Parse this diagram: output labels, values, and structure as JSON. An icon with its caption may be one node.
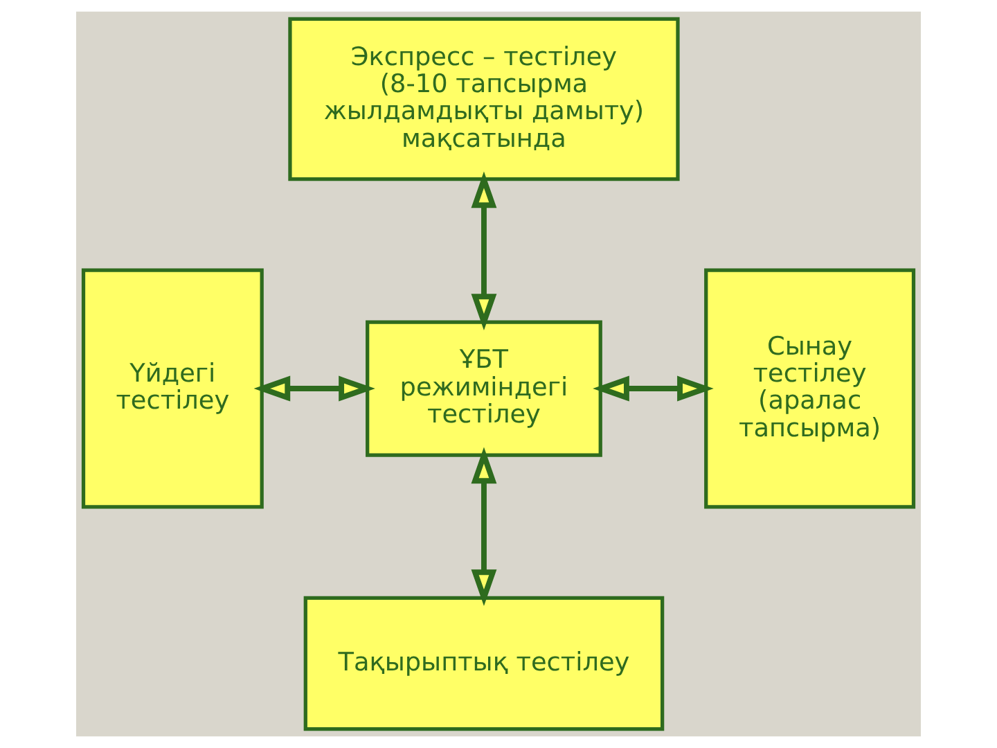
{
  "diagram": {
    "nodes": [
      {
        "text": [
          "Экспресс – тестілеу",
          "(8-10 тапсырма жылдамдықты дамыту) мақсатында"
        ]
      },
      {
        "text": [
          "Үйдегі тестілеу"
        ]
      },
      {
        "text": [
          "ҰБТ режиміндегі тестілеу"
        ]
      },
      {
        "text": [
          "Сынау тестілеу",
          "(аралас тапсырма)"
        ]
      },
      {
        "text": [
          "Тақырыптық тестілеу"
        ]
      }
    ],
    "edges": [
      {
        "from": 0,
        "to": 2,
        "arrow": "both"
      },
      {
        "from": 1,
        "to": 2,
        "arrow": "both"
      },
      {
        "from": 2,
        "to": 3,
        "arrow": "both"
      },
      {
        "from": 2,
        "to": 4,
        "arrow": "both"
      }
    ]
  }
}
